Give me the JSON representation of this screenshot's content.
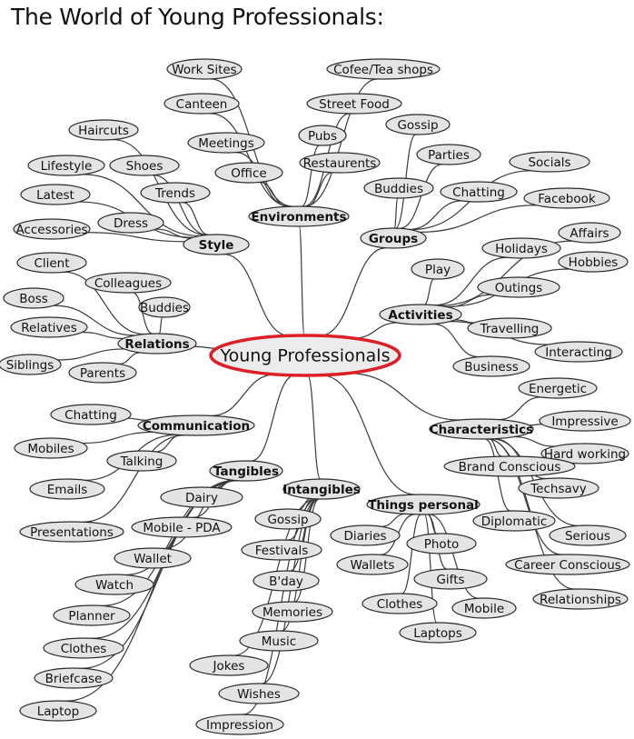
{
  "title": "The World of Young Professionals:",
  "center": "Young Professionals",
  "colors": {
    "bubble": "#e4e4e4",
    "outline": "#2b2b2b",
    "center_ring": "#dd1f26",
    "line": "#3a3a3a"
  },
  "hubs": [
    {
      "id": "environments",
      "label": "Environments"
    },
    {
      "id": "groups",
      "label": "Groups"
    },
    {
      "id": "style",
      "label": "Style"
    },
    {
      "id": "relations",
      "label": "Relations"
    },
    {
      "id": "activities",
      "label": "Activities"
    },
    {
      "id": "communication",
      "label": "Communication"
    },
    {
      "id": "characteristics",
      "label": "Characteristics"
    },
    {
      "id": "tangibles",
      "label": "Tangibles"
    },
    {
      "id": "intangibles",
      "label": "Intangibles"
    },
    {
      "id": "things_personal",
      "label": "Things personal"
    }
  ],
  "leaves": {
    "environments": [
      "Work Sites",
      "Canteen",
      "Meetings",
      "Office",
      "Cofee/Tea shops",
      "Street Food",
      "Pubs",
      "Restaurents"
    ],
    "groups": [
      "Gossip",
      "Parties",
      "Buddies",
      "Chatting",
      "Socials",
      "Facebook"
    ],
    "style": [
      "Haircuts",
      "Lifestyle",
      "Shoes",
      "Latest",
      "Trends",
      "Dress",
      "Accessories"
    ],
    "relations": [
      "Client",
      "Colleagues",
      "Buddies",
      "Boss",
      "Relatives",
      "Siblings",
      "Parents"
    ],
    "activities": [
      "Affairs",
      "Holidays",
      "Hobbies",
      "Play",
      "Outings",
      "Travelling",
      "Interacting",
      "Business"
    ],
    "communication": [
      "Chatting",
      "Mobiles",
      "Talking",
      "Emails",
      "Presentations"
    ],
    "characteristics": [
      "Energetic",
      "Impressive",
      "Hard working",
      "Brand Conscious",
      "Techsavy",
      "Diplomatic",
      "Serious",
      "Career Conscious",
      "Relationships"
    ],
    "tangibles": [
      "Dairy",
      "Mobile - PDA",
      "Wallet",
      "Watch",
      "Planner",
      "Clothes",
      "Briefcase",
      "Laptop"
    ],
    "intangibles": [
      "Gossip",
      "Festivals",
      "B'day",
      "Memories",
      "Music",
      "Jokes",
      "Wishes",
      "Impression"
    ],
    "things_personal": [
      "Diaries",
      "Photo",
      "Wallets",
      "Gifts",
      "Clothes",
      "Mobile",
      "Laptops"
    ]
  }
}
